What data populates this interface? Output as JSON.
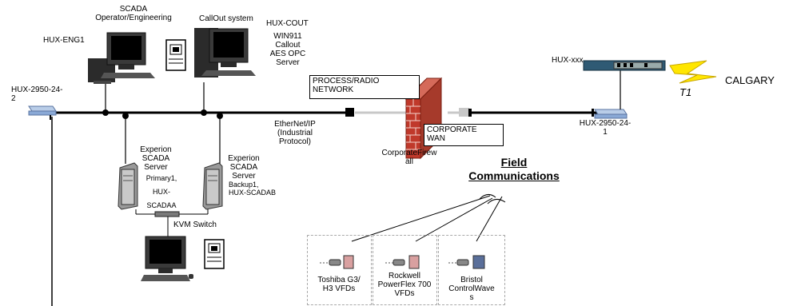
{
  "nodes": {
    "scada_title": "SCADA\nOperator/Engineering",
    "hux_eng1": "HUX-ENG1",
    "callout_system": "CallOut system",
    "hux_cout": "HUX-COUT",
    "win911": "WIN911\nCallout\nAES OPC\nServer",
    "hux_xxx": "HUX-xxx",
    "calgary": "CALGARY",
    "t1": "T1",
    "hux_2950_left": "HUX-2950-24-\n2",
    "hux_2950_right": "HUX-2950-24-\n1",
    "process_radio": "PROCESS/RADIO\nNETWORK",
    "corporate_wan": "CORPORATE\nWAN",
    "ethernet_ip": "EtherNet/IP\n(Industrial\nProtocol)",
    "corporate_firewall": "CorporateFirew\nall",
    "experion_primary_title": "Experion\nSCADA\nServer",
    "experion_primary_sub": "Primary1,\nHUX-\nSCADAA",
    "experion_backup_title": "Experion\nSCADA\nServer",
    "experion_backup_sub": "Backup1,\nHUX-SCADAB",
    "kvm_switch": "KVM Switch",
    "field_communications": "Field\nCommunications",
    "toshiba": "Toshiba G3/\nH3 VFDs",
    "rockwell": "Rockwell\nPowerFlex 700\nVFDs",
    "bristol": "Bristol\nControlWave\ns"
  },
  "colors": {
    "network_line": "#000000",
    "wan_line": "#c8c8c8",
    "firewall_brick": "#c0392b",
    "monitor_screen": "#000000",
    "device_dash": "#aaaaaa",
    "lightning": "#ffe600",
    "switch_blue": "#8aa9d6"
  },
  "icons": [
    "desktop-computer-icon",
    "tower-server-icon",
    "network-switch-icon",
    "firewall-icon",
    "lightning-icon",
    "router-icon",
    "vfd-device-icon",
    "modem-icon",
    "floppy-disk-icon"
  ]
}
